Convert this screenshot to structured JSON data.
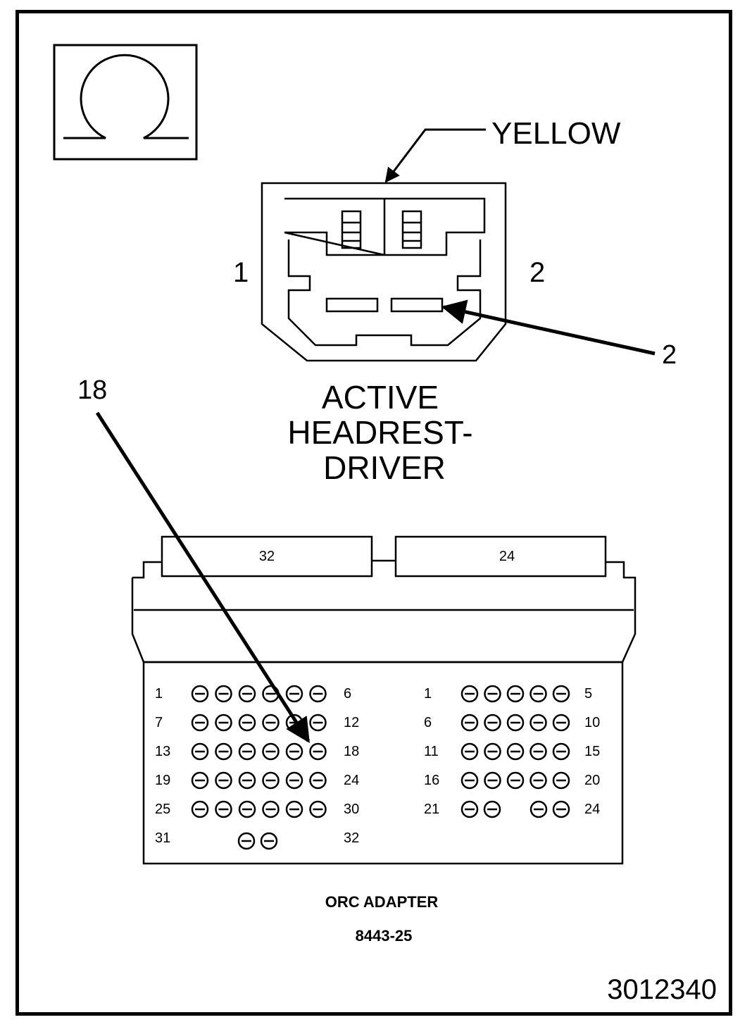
{
  "symbol": {
    "icon": "ohm-icon"
  },
  "headrest_connector": {
    "wire_color": "YELLOW",
    "side_left": "1",
    "side_right": "2",
    "pin_callout": "2",
    "title_lines": [
      "ACTIVE",
      "HEADREST-",
      "DRIVER"
    ]
  },
  "adapter": {
    "callout": "18",
    "left_block_label": "32",
    "right_block_label": "24",
    "left_rows": [
      {
        "start": "1",
        "end": "6",
        "pins": 6
      },
      {
        "start": "7",
        "end": "12",
        "pins": 6
      },
      {
        "start": "13",
        "end": "18",
        "pins": 6
      },
      {
        "start": "19",
        "end": "24",
        "pins": 6
      },
      {
        "start": "25",
        "end": "30",
        "pins": 6
      },
      {
        "start": "31",
        "end": "32",
        "pins": 2
      }
    ],
    "right_rows": [
      {
        "start": "1",
        "end": "5",
        "pins": 5
      },
      {
        "start": "6",
        "end": "10",
        "pins": 5
      },
      {
        "start": "11",
        "end": "15",
        "pins": 5
      },
      {
        "start": "16",
        "end": "20",
        "pins": 5
      },
      {
        "start": "21",
        "end": "24",
        "pins": 4
      }
    ],
    "name": "ORC ADAPTER",
    "part_number": "8443-25"
  },
  "figure_id": "3012340"
}
